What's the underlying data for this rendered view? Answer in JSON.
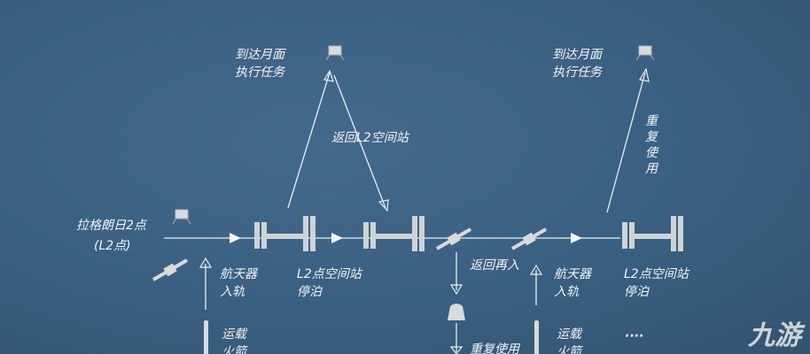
{
  "labels": {
    "lagrange": "拉格朗日2点",
    "l2_point": "(L2点)",
    "arrive_moon_1": "到达月面\n执行任务",
    "arrive_moon_2": "到达月面\n执行任务",
    "return_l2": "返回L2空间站",
    "reuse_vertical": "重复使用",
    "spacecraft_orbit_1": "航天器\n入轨",
    "spacecraft_orbit_2": "航天器\n入轨",
    "station_dock_1": "L2点空间站\n停泊",
    "station_dock_2": "L2点空间站\n停泊",
    "rocket_1": "运载\n火箭",
    "rocket_2": "运载\n火箭",
    "reentry": "返回再入",
    "reuse": "重复使用",
    "ellipsis": "····"
  },
  "watermark": "九游",
  "colors": {
    "background": "#3a5f80",
    "line": "#e8eef3"
  }
}
